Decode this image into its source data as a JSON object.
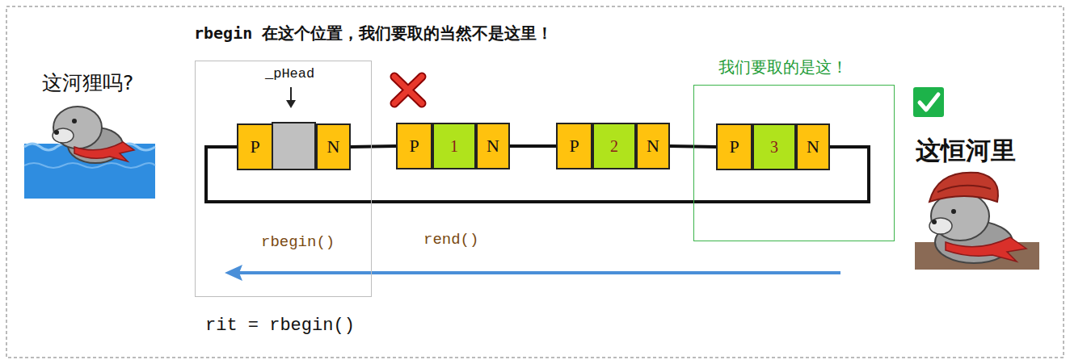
{
  "diagram": {
    "nodes": [
      {
        "text": [
          "_pHead",
          "rbegin()"
        ]
      },
      {
        "text": [
          "P"
        ],
        "in": 0
      },
      {
        "text": [
          "N"
        ],
        "in": 0
      },
      {
        "text": [
          "P"
        ]
      },
      {
        "text": [
          "1"
        ]
      },
      {
        "text": [
          "N"
        ]
      },
      {
        "text": [
          "P"
        ]
      },
      {
        "text": [
          "2"
        ]
      },
      {
        "text": [
          "N"
        ]
      },
      {
        "text": [
          "我们要取的是这！"
        ]
      },
      {
        "text": [
          "P"
        ],
        "in": 9
      },
      {
        "text": [
          "3"
        ],
        "in": 9
      },
      {
        "text": [
          "N"
        ],
        "in": 9
      }
    ],
    "edges": [
      {
        "from": 2,
        "to": 3,
        "arrow": "none"
      },
      {
        "from": 5,
        "to": 6,
        "arrow": "none"
      },
      {
        "from": 8,
        "to": 10,
        "arrow": "none"
      },
      {
        "from": 12,
        "to": 1,
        "arrow": "none"
      }
    ],
    "labels": [
      "rbegin 在这个位置，我们要取的当然不是这里！",
      "这河狸吗?",
      "rend()",
      "这恒河里",
      "rit = rbegin()"
    ]
  }
}
